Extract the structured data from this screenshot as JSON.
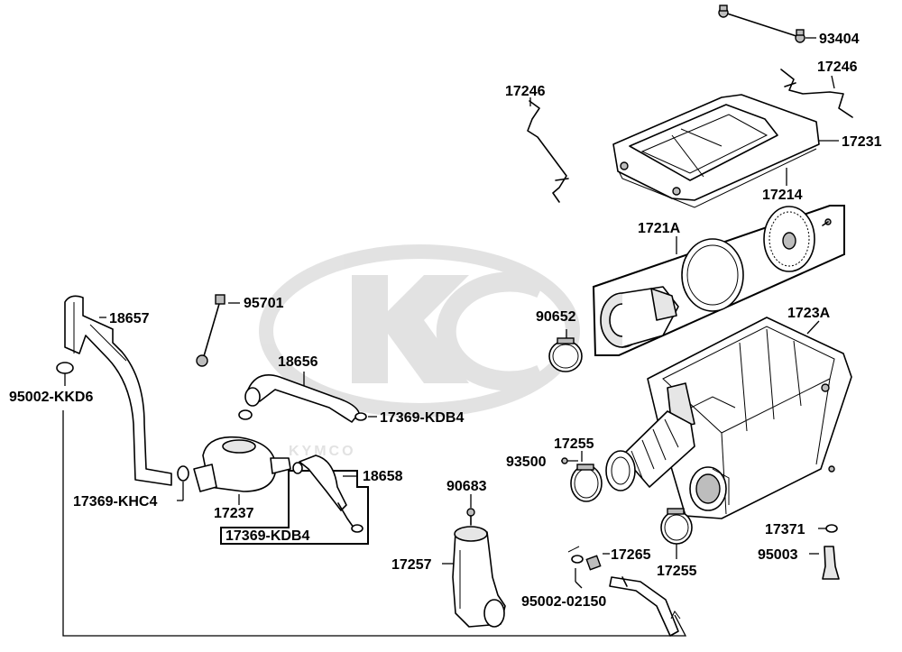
{
  "watermark": {
    "brand": "KYMCO",
    "color": "#cccccc"
  },
  "colors": {
    "line": "#000000",
    "background": "#ffffff",
    "shade": "#bdbdbd"
  },
  "labels": {
    "p93404": "93404",
    "p17246_right": "17246",
    "p17246_left": "17246",
    "p17231": "17231",
    "p17214": "17214",
    "p1721A": "1721A",
    "p18657": "18657",
    "p95701": "95701",
    "p90652": "90652",
    "p1723A": "1723A",
    "p95002_KKD6": "95002-KKD6",
    "p18656": "18656",
    "p17369_KDB4_top": "17369-KDB4",
    "p17255_top": "17255",
    "p93500": "93500",
    "p18658": "18658",
    "p90683": "90683",
    "p17369_KHC4": "17369-KHC4",
    "p17237": "17237",
    "p17369_KDB4_boxed": "17369-KDB4",
    "p17371": "17371",
    "p95003": "95003",
    "p17265": "17265",
    "p17257": "17257",
    "p17255_bottom": "17255",
    "p95002_02150": "95002-02150"
  }
}
